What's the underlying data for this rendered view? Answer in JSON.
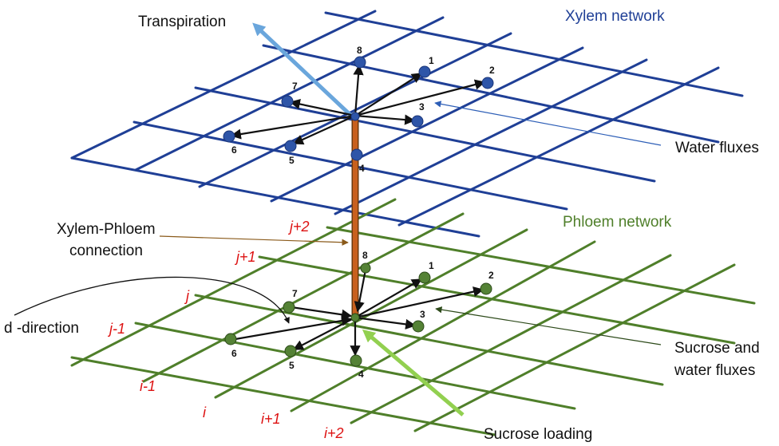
{
  "colors": {
    "xylem": "#1f3f96",
    "phloem": "#4f7f2a",
    "connection": "#c8601e",
    "transpiration": "#6aa6dc",
    "sucrose_loading": "#92d050",
    "index_label": "#dd1111",
    "arrow": "#111111"
  },
  "labels": {
    "transpiration": "Transpiration",
    "xylem_network": "Xylem network",
    "water_fluxes": "Water fluxes",
    "phloem_network": "Phloem network",
    "xylem_phloem_connection_line1": "Xylem-Phloem",
    "xylem_phloem_connection_line2": "connection",
    "d_direction": "d -direction",
    "sucrose_water_fluxes_line1": "Sucrose and",
    "sucrose_water_fluxes_line2": "water fluxes",
    "sucrose_loading": "Sucrose loading"
  },
  "xylem_nodes": [
    "1",
    "2",
    "3",
    "4",
    "5",
    "6",
    "7",
    "8"
  ],
  "phloem_nodes": [
    "1",
    "2",
    "3",
    "4",
    "5",
    "6",
    "7",
    "8"
  ],
  "row_indices": [
    "j+2",
    "j+1",
    "j",
    "j-1"
  ],
  "column_indices": [
    "i-1",
    "i",
    "i+1",
    "i+2"
  ]
}
